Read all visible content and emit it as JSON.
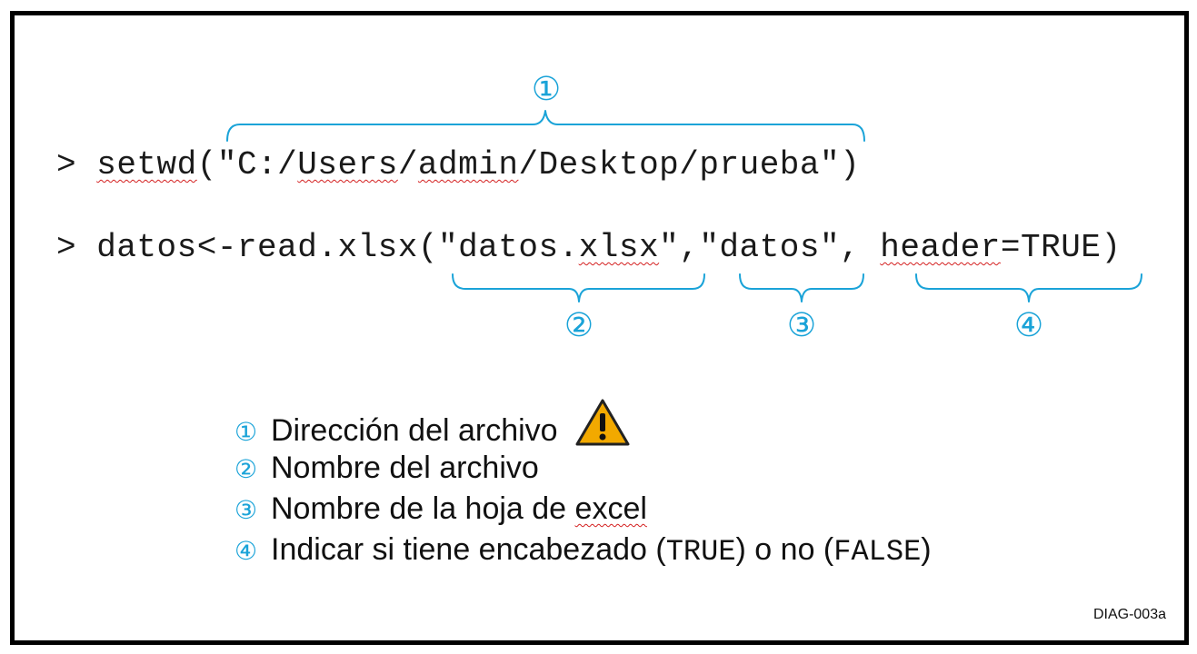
{
  "code_lines": {
    "line1": {
      "prompt": "> ",
      "fn": "setwd",
      "open": "(\"C:/",
      "users": "Users",
      "sep1": "/",
      "admin": "admin",
      "rest": "/Desktop/prueba\")"
    },
    "line2": {
      "prompt": "> ",
      "pre": "datos<-read.xlsx(\"datos.",
      "ext": "xlsx",
      "mid": "\",\"datos\", ",
      "header": "header",
      "post": "=TRUE)"
    }
  },
  "callouts": [
    "①",
    "②",
    "③",
    "④"
  ],
  "legend": [
    {
      "num": "①",
      "text": "Dirección del archivo"
    },
    {
      "num": "②",
      "text": "Nombre del archivo"
    },
    {
      "num": "③",
      "text_before": "Nombre de la hoja de ",
      "text_sq": "excel"
    },
    {
      "num": "④",
      "text_before": "Indicar si tiene encabezado ",
      "paren_open": "(",
      "true_code": "TRUE",
      "mid": ") o no (",
      "false_code": "FALSE",
      "paren_close": ")"
    }
  ],
  "warning_icon": "warning-triangle-icon",
  "diagram_id": "DIAG-003a",
  "colors": {
    "callout": "#1aa3d8",
    "warning_fill": "#f2a900",
    "squiggle": "#d42020"
  }
}
